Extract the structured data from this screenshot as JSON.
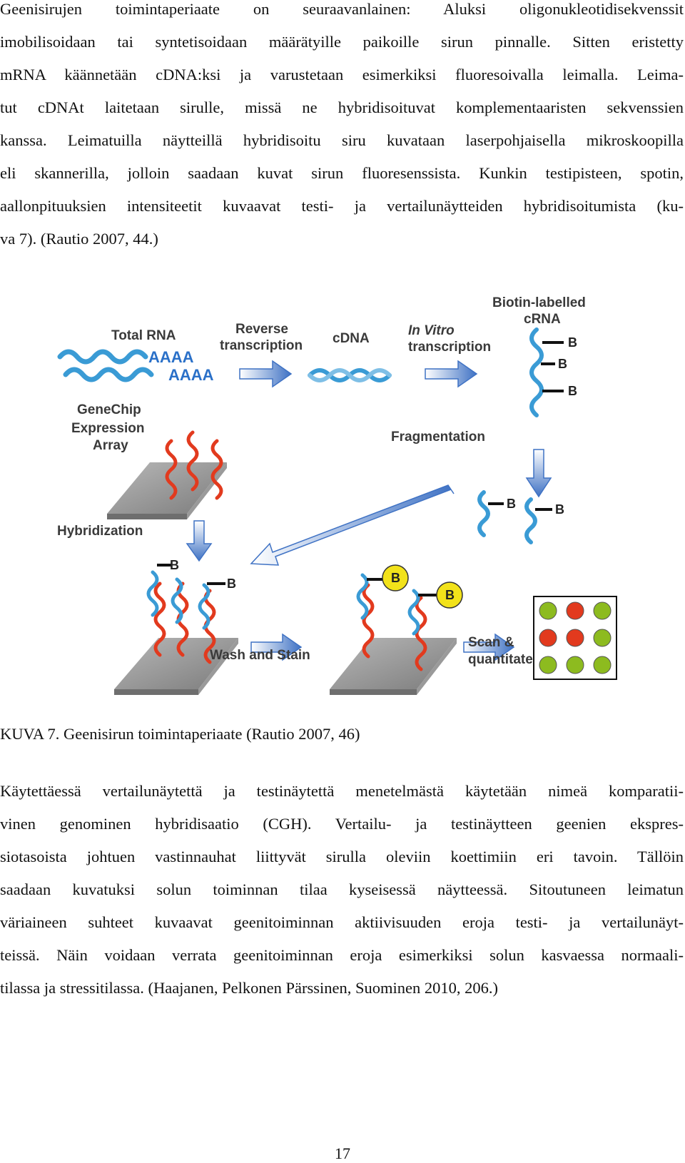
{
  "body": {
    "paragraph_1": [
      "Geenisirujen toimintaperiaate on seuraavanlainen: Aluksi oligonukleotidisekvenssit",
      "imobilisoidaan tai syntetisoidaan määrätyille paikoille sirun pinnalle. Sitten eristetty",
      "mRNA käännetään cDNA:ksi ja varustetaan esimerkiksi fluoresoivalla leimalla. Leima-",
      "tut cDNAt laitetaan sirulle, missä ne hybridisoituvat komplementaaristen sekvenssien",
      "kanssa. Leimatuilla näytteillä hybridisoitu siru kuvataan laserpohjaisella mikroskoopilla",
      "eli skannerilla, jolloin saadaan kuvat sirun fluoresenssista. Kunkin testipisteen, spotin,",
      "aallonpituuksien intensiteetit kuvaavat testi- ja vertailunäytteiden hybridisoitumista (ku-",
      "va 7). (Rautio 2007, 44.)"
    ],
    "paragraph_2": [
      "Käytettäessä vertailunäytettä ja testinäytettä menetelmästä käytetään nimeä komparatii-",
      "vinen genominen hybridisaatio (CGH). Vertailu- ja testinäytteen geenien ekspres-",
      "siotasoista johtuen vastinnauhat liittyvät sirulla oleviin koettimiin eri tavoin. Tällöin",
      "saadaan kuvatuksi solun toiminnan tilaa kyseisessä näytteessä. Sitoutuneen leimatun",
      "väriaineen suhteet kuvaavat geenitoiminnan aktiivisuuden eroja testi- ja vertailunäyt-",
      "teissä. Näin voidaan verrata geenitoiminnan eroja esimerkiksi solun kasvaessa normaali-",
      "tilassa ja stressitilassa. (Haajanen, Pelkonen Pärssinen, Suominen 2010, 206.)"
    ]
  },
  "figure": {
    "total_rna": "Total RNA",
    "poly_a": "AAAA",
    "reverse_transcription": [
      "Reverse",
      "transcription"
    ],
    "cdna": "cDNA",
    "in_vitro_transcription": [
      "In Vitro",
      "transcription"
    ],
    "biotin_labelled": [
      "Biotin-labelled",
      "cRNA"
    ],
    "biotin_marker": "B",
    "genechip": [
      "GeneChip",
      "Expression",
      "Array"
    ],
    "fragmentation": "Fragmentation",
    "hybridization": "Hybridization",
    "wash_and_stain": "Wash and Stain",
    "scan_quantitate": [
      "Scan &",
      "quantitate"
    ],
    "colors": {
      "rna_blue": "#3a9bd5",
      "probe_red": "#e23a1e",
      "arrow_blue": "#3f72c4",
      "chip_gray": "#8a8a8a",
      "stain_yellow": "#f2e21a",
      "spot_green": "#8dbb1f",
      "spot_red": "#e23a1e"
    },
    "scan_grid": [
      [
        "green",
        "red",
        "green"
      ],
      [
        "red",
        "red",
        "green"
      ],
      [
        "green",
        "green",
        "green"
      ]
    ]
  },
  "caption": "KUVA 7. Geenisirun toimintaperiaate (Rautio 2007, 46)",
  "page_number": "17"
}
